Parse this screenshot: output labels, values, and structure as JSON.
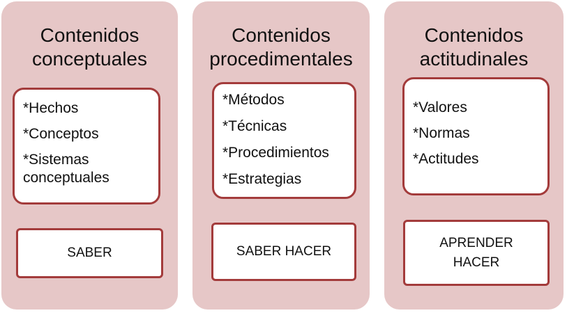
{
  "columns": [
    {
      "title_lines": [
        "Contenidos",
        "conceptuales"
      ],
      "items": [
        "*Hechos",
        "*Conceptos",
        "*Sistemas conceptuales"
      ],
      "label": "SABER"
    },
    {
      "title_lines": [
        "Contenidos",
        "procedimentales"
      ],
      "items": [
        "*Métodos",
        "*Técnicas",
        "*Procedimientos",
        "*Estrategias"
      ],
      "label": "SABER HACER"
    },
    {
      "title_lines": [
        "Contenidos",
        "actitudinales"
      ],
      "items": [
        "*Valores",
        "*Normas",
        "*Actitudes"
      ],
      "label": "APRENDER\nHACER"
    }
  ],
  "colors": {
    "panel_background": "#e6c7c7",
    "box_border": "#a33b3b",
    "box_background": "#ffffff"
  }
}
